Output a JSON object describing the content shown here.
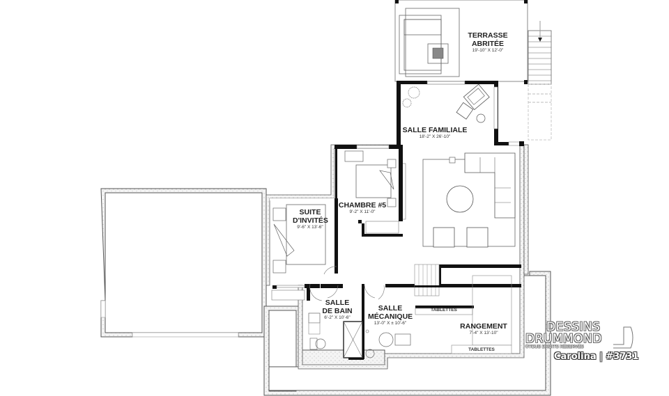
{
  "plan": {
    "name": "Carolina",
    "number": "#3731",
    "title": "Carolina | #3731"
  },
  "brand": {
    "line1": "DESSINS",
    "line2": "DRUMMOND",
    "copyright": "©TOUS DROITS RÉSERVÉS"
  },
  "rooms": [
    {
      "id": "terrasse",
      "name_line1": "TERRASSE",
      "name_line2": "ABRITÉE",
      "dims": "19'-10\" X 12'-0\""
    },
    {
      "id": "salle-familiale",
      "name_line1": "SALLE FAMILIALE",
      "name_line2": "",
      "dims": "18'-2\" X 26'-10\""
    },
    {
      "id": "chambre-5",
      "name_line1": "CHAMBRE #5",
      "name_line2": "",
      "dims": "9'-2\" X 11'-0\""
    },
    {
      "id": "suite-invites",
      "name_line1": "SUITE",
      "name_line2": "D'INVITÉS",
      "dims": "9'-6\" X 13'-6\""
    },
    {
      "id": "salle-de-bain",
      "name_line1": "SALLE",
      "name_line2": "DE BAIN",
      "dims": "6'-2\" X 10'-6\""
    },
    {
      "id": "salle-mecanique",
      "name_line1": "SALLE",
      "name_line2": "MÉCANIQUE",
      "dims": "13'-0\" X ± 10'-6\""
    },
    {
      "id": "rangement",
      "name_line1": "RANGEMENT",
      "name_line2": "",
      "dims": "7'-4\" X 13'-10\""
    }
  ],
  "shelves": [
    {
      "id": "tablettes-stair",
      "label": "TABLETTES"
    },
    {
      "id": "tablettes-rangement",
      "label": "TABLETTES"
    }
  ],
  "colors": {
    "wall": "#111111",
    "foundation": "#d9d9d9",
    "line": "#555555",
    "background": "#ffffff"
  }
}
